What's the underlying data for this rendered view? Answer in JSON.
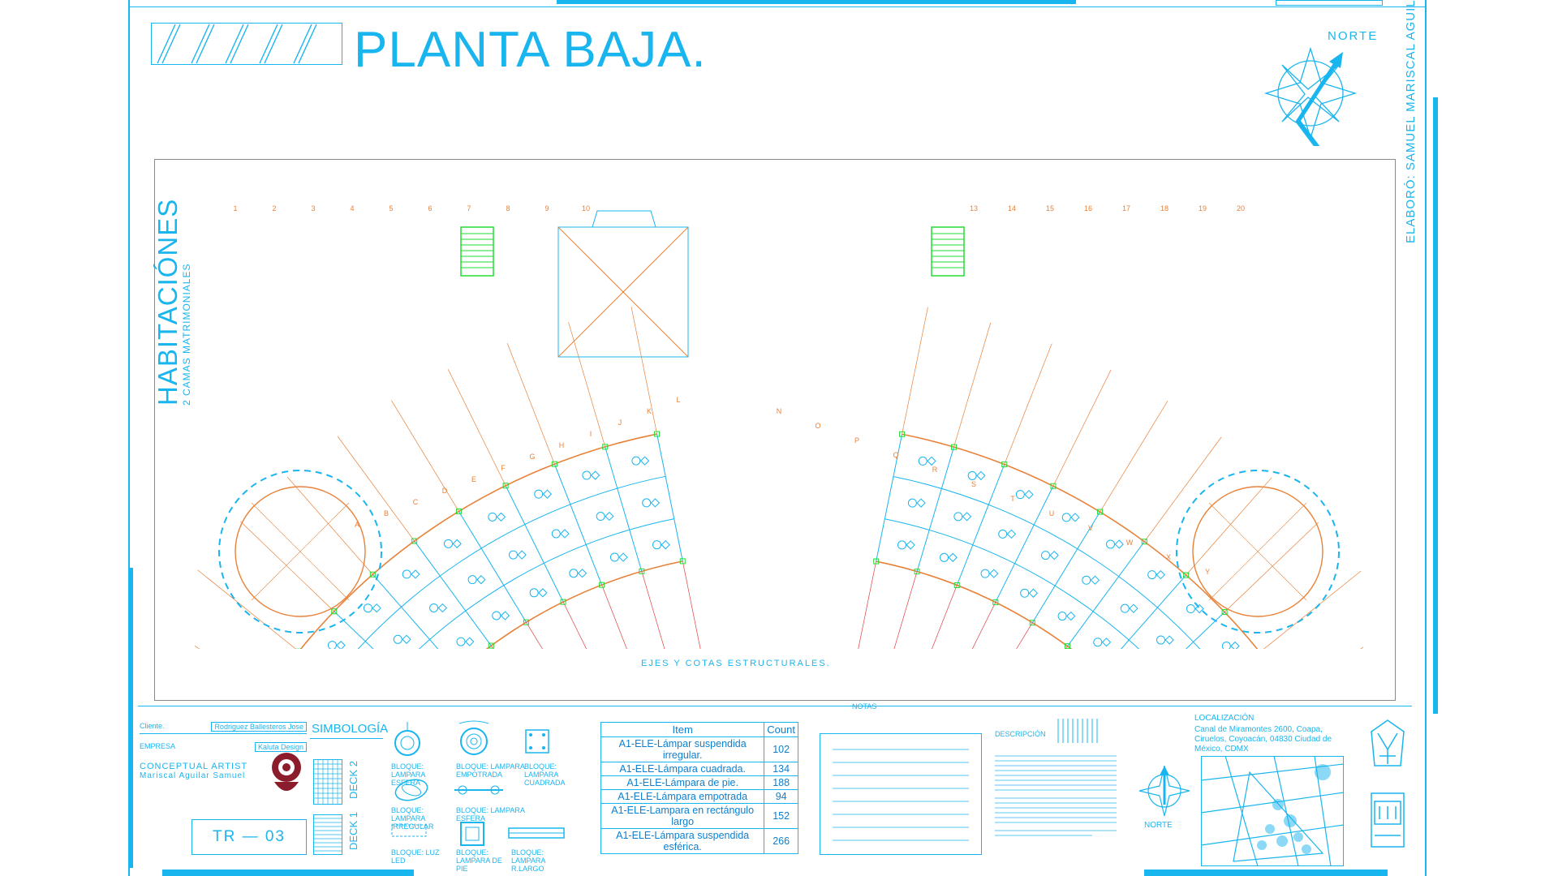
{
  "title": "PLANTA BAJA.",
  "north_label": "NORTE",
  "author_vertical": "ELABORÓ: SAMUEL MARISCAL AGUILAR.",
  "section": {
    "title": "HABITACIÓNES",
    "subtitle": "2 CAMAS MATRIMONIALES"
  },
  "plan_caption": "EJES Y COTAS ESTRUCTURALES.",
  "axes_top": [
    "1",
    "2",
    "3",
    "4",
    "5",
    "6",
    "7",
    "8",
    "9",
    "10",
    "13",
    "14",
    "15",
    "16",
    "17",
    "18",
    "19",
    "20"
  ],
  "axes_bottom": [
    "A",
    "B",
    "C",
    "D",
    "E",
    "F",
    "G",
    "H",
    "I",
    "J",
    "K",
    "L",
    "N",
    "O",
    "P",
    "Q",
    "R",
    "S",
    "T",
    "U",
    "V",
    "W",
    "X",
    "Y"
  ],
  "info": {
    "client_label": "Cliente.",
    "client_value": "Rodriguez Ballesteros Jose",
    "company_label": "EMPRESA",
    "company_value": "Kaluta Design",
    "artist_label": "CONCEPTUAL ARTIST",
    "artist_value": "Mariscal Aguilar Samuel",
    "sheet_code": "TR — 03"
  },
  "simbologia": {
    "title": "SIMBOLOGÍA",
    "deck2": "DECK 2",
    "deck1": "DECK 1",
    "items": [
      {
        "label": "BLOQUE: LAMPARA ESFERA",
        "icon": "sphere-lamp-icon"
      },
      {
        "label": "BLOQUE: LAMPARA EMPOTRADA",
        "icon": "recessed-lamp-icon"
      },
      {
        "label": "BLOQUE: LAMPARA CUADRADA",
        "icon": "square-lamp-icon"
      },
      {
        "label": "BLOQUE: LAMPARA IRREGULAR",
        "icon": "irregular-lamp-icon"
      },
      {
        "label": "BLOQUE: LAMPARA ESFERA",
        "icon": "sphere-bar-lamp-icon"
      },
      {
        "label": "BLOQUE: LUZ LED",
        "icon": "led-light-icon"
      },
      {
        "label": "BLOQUE: LAMPARA DE PIE",
        "icon": "floor-lamp-icon"
      },
      {
        "label": "BLOQUE: LAMPARA R.LARGO",
        "icon": "long-lamp-icon"
      }
    ]
  },
  "count_table": {
    "headers": [
      "Item",
      "Count"
    ],
    "rows": [
      {
        "item": "A1-ELE-Lámpar suspendida irregular.",
        "count": "102"
      },
      {
        "item": "A1-ELE-Lámpara cuadrada.",
        "count": "134"
      },
      {
        "item": "A1-ELE-Lámpara de pie.",
        "count": "188"
      },
      {
        "item": "A1-ELE-Lámpara empotrada",
        "count": "94"
      },
      {
        "item": "A1-ELE-Lampara en rectángulo largo",
        "count": "152"
      },
      {
        "item": "A1-ELE-Lámpara suspendida esférica.",
        "count": "266"
      }
    ]
  },
  "notas_label": "NOTAS",
  "descripcion_label": "DESCRIPCIÓN",
  "localizacion": {
    "label": "LOCALIZACIÓN",
    "address": "Canal de Miramontes 2600, Coapa, Ciruelos, Coyoacán, 04830 Ciudad de México, CDMX"
  },
  "colors": {
    "primary": "#19b5ee",
    "orange": "#e8823a",
    "green": "#22dd33",
    "red": "#e04040"
  }
}
